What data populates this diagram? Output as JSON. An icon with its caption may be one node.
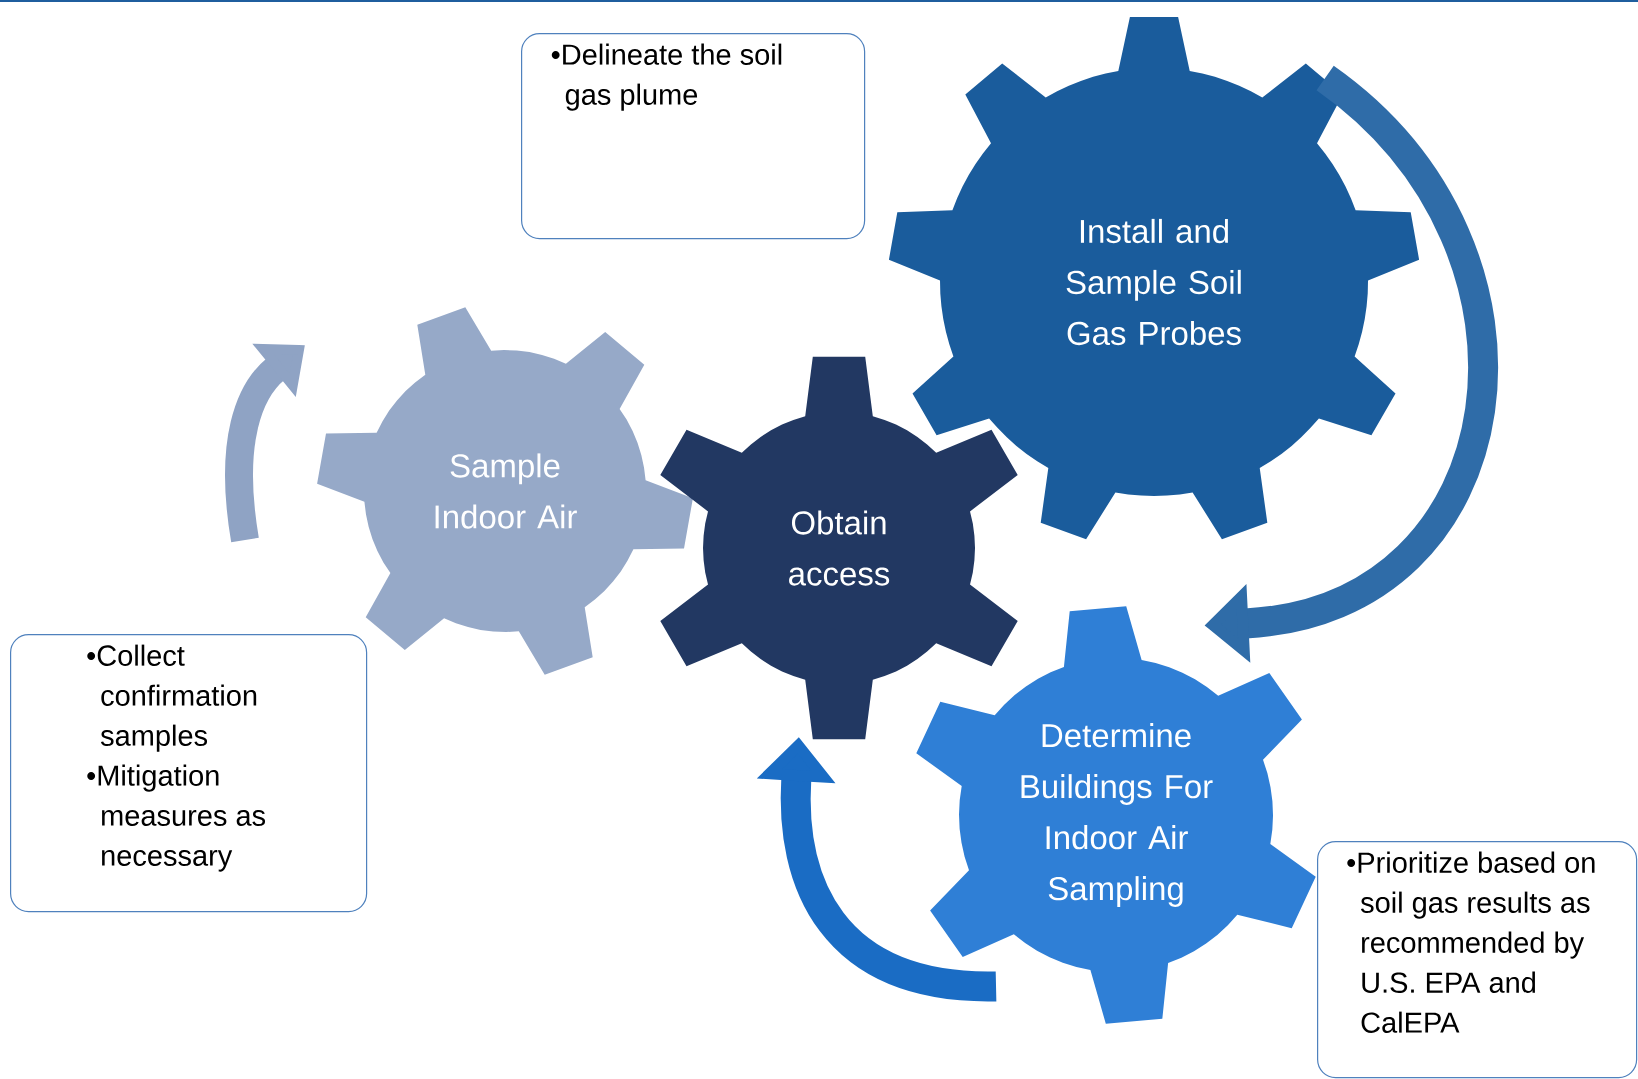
{
  "diagram": {
    "nodes": [
      {
        "text": [
          "Install and Sample Soil Gas Probes"
        ]
      },
      {
        "text": [
          "•Delineate the soil gas plume"
        ]
      },
      {
        "text": [
          "Sample Indoor Air"
        ]
      },
      {
        "text": [
          "Obtain access"
        ]
      },
      {
        "text": [
          "Determine Buildings For Indoor Air Sampling"
        ]
      },
      {
        "text": [
          "•Collect confirmation samples",
          "•Mitigation measures as necessary"
        ]
      },
      {
        "text": [
          "•Prioritize based on soil gas results as recommended by U.S. EPA and CalEPA"
        ]
      }
    ],
    "edges": [
      {
        "from": 0,
        "to": 4,
        "arrow": "to",
        "color": "#2f6ca8"
      },
      {
        "from": 4,
        "to": 3,
        "arrow": "to",
        "color": "#1a6cc4"
      }
    ]
  }
}
